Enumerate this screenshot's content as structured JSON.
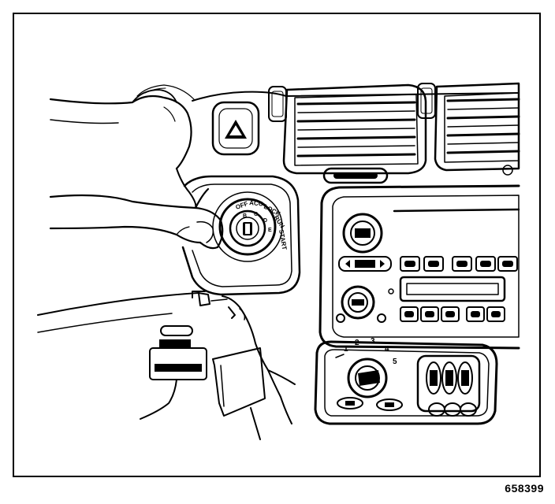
{
  "figure": {
    "number": "658399",
    "ignition_positions": [
      "OFF",
      "ACC",
      "LOCK",
      "RUN",
      "START"
    ],
    "ignition_markers": [
      "B",
      "C",
      "D",
      "E"
    ],
    "climate_fan_scale": [
      "1",
      "2",
      "3",
      "4",
      "5"
    ]
  }
}
